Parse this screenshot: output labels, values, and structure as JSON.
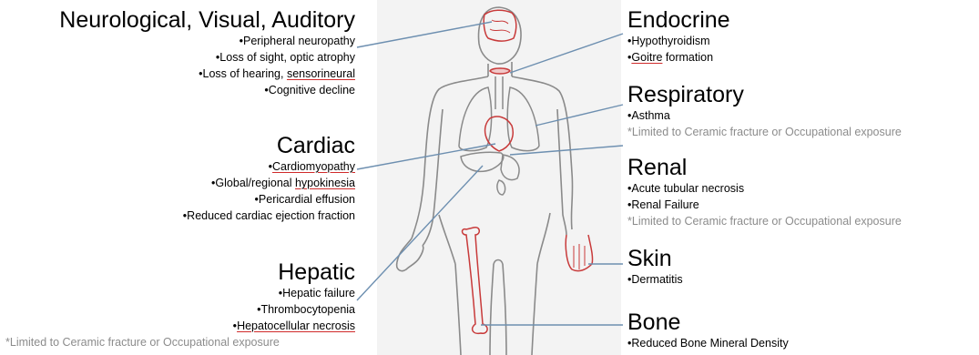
{
  "neuro": {
    "title": "Neurological, Visual, Auditory",
    "items": [
      "Peripheral neuropathy",
      "Loss of sight, optic atrophy"
    ],
    "hearing_prefix": "Loss of hearing, ",
    "hearing_underlined": "sensorineural",
    "cognitive": "Cognitive decline"
  },
  "cardiac": {
    "title": "Cardiac",
    "item1": "Cardiomyopathy",
    "item2_prefix": "Global/regional ",
    "item2_underlined": "hypokinesia",
    "item3": "Pericardial effusion",
    "item4": "Reduced cardiac ejection fraction"
  },
  "hepatic": {
    "title": "Hepatic",
    "item1": "Hepatic failure",
    "item2": "Thrombocytopenia",
    "item3": "Hepatocellular necrosis",
    "note": "*Limited to Ceramic fracture or Occupational exposure"
  },
  "endocrine": {
    "title": "Endocrine",
    "item1": "Hypothyroidism",
    "item2_underlined": "Goitre",
    "item2_suffix": " formation"
  },
  "respiratory": {
    "title": "Respiratory",
    "item1": "Asthma",
    "note": "*Limited to Ceramic fracture or Occupational exposure"
  },
  "renal": {
    "title": "Renal",
    "item1": "Acute tubular necrosis",
    "item2": "Renal Failure",
    "note": "*Limited to Ceramic fracture or Occupational exposure"
  },
  "skin": {
    "title": "Skin",
    "item1": "Dermatitis"
  },
  "bone": {
    "title": "Bone",
    "item1": "Reduced Bone Mineral Density"
  },
  "bullet": "•",
  "colors": {
    "connector": "#6d8fb0",
    "organ": "#c83a3a",
    "outline": "#8a8a8a",
    "note": "#8c8c8c"
  }
}
